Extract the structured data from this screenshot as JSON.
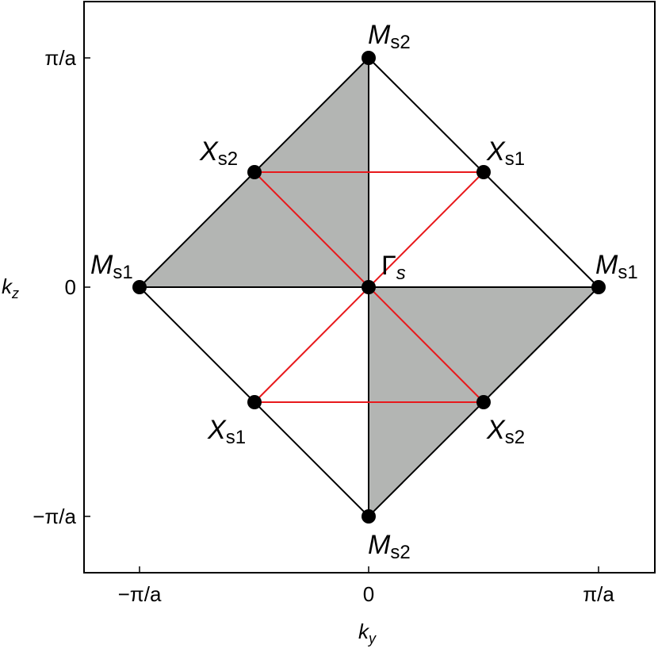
{
  "diagram": {
    "axes": {
      "x_label_main": "k",
      "x_label_sub": "y",
      "y_label_main": "k",
      "y_label_sub": "z",
      "x_ticks": [
        "−π/a",
        "0",
        "π/a"
      ],
      "y_ticks": [
        "π/a",
        "0",
        "−π/a"
      ]
    },
    "points": {
      "ms2_top": {
        "main": "M",
        "sub": "s2"
      },
      "ms2_bottom": {
        "main": "M",
        "sub": "s2"
      },
      "ms1_left": {
        "main": "M",
        "sub": "s1"
      },
      "ms1_right": {
        "main": "M",
        "sub": "s1"
      },
      "xs2_upper": {
        "main": "X",
        "sub": "s2"
      },
      "xs1_upper": {
        "main": "X",
        "sub": "s1"
      },
      "xs1_lower": {
        "main": "X",
        "sub": "s1"
      },
      "xs2_lower": {
        "main": "X",
        "sub": "s2"
      },
      "gamma": {
        "main": "Γ",
        "sub": "s"
      }
    },
    "colors": {
      "shaded_region": "#b3b5b3",
      "path_red": "#e8191c",
      "lines": "#000000"
    }
  }
}
